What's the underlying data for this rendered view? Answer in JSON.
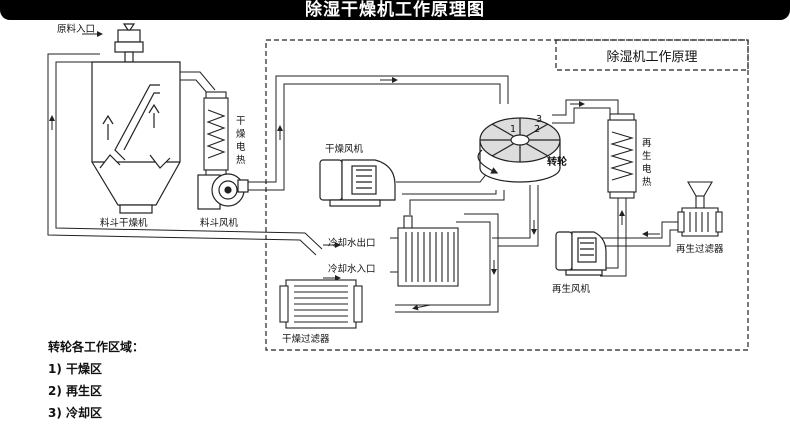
{
  "title": "除湿干燥机工作原理图",
  "box_title": "除湿机工作原理",
  "labels": {
    "raw_inlet": "原料入口",
    "hopper_dryer": "料斗干燥机",
    "hopper_fan": "料斗风机",
    "dry_heater": "干燥电热",
    "dry_fan": "干燥风机",
    "wheel": "转轮",
    "regen_heater": "再生电热",
    "regen_fan": "再生风机",
    "regen_filter": "再生过滤器",
    "cooling_out": "冷却水出口",
    "cooling_in": "冷却水入口",
    "dry_filter": "干燥过滤器",
    "wheel_sectors": [
      "1",
      "2",
      "3"
    ]
  },
  "zones": {
    "heading": "转轮各工作区域：",
    "items": [
      "1) 干燥区",
      "2) 再生区",
      "3) 冷却区"
    ]
  }
}
